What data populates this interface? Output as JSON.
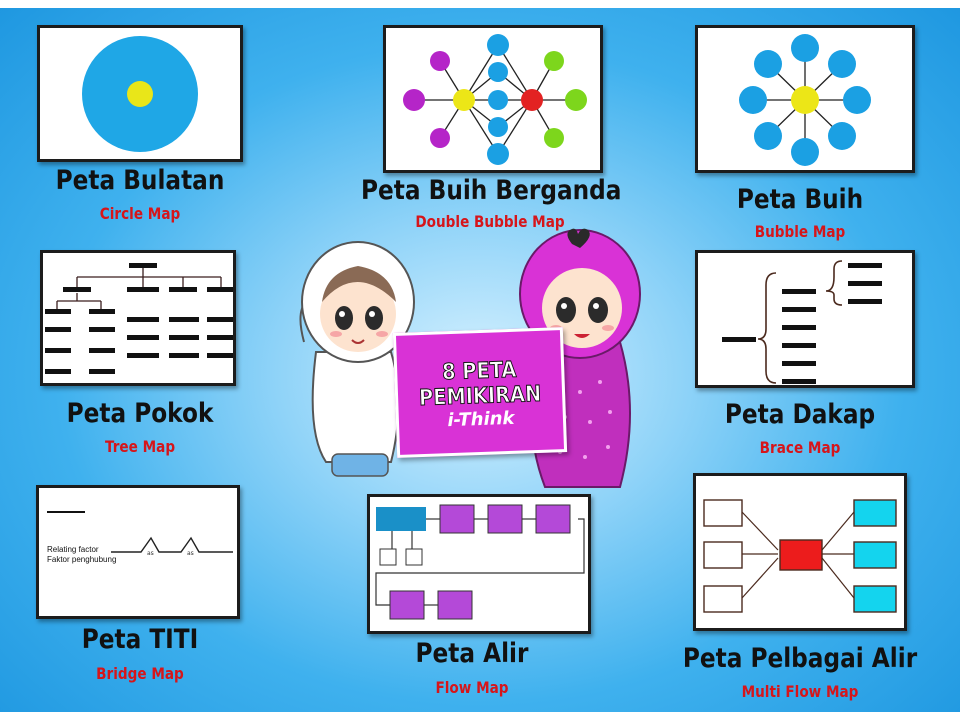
{
  "sign": {
    "line1": "8 PETA",
    "line2": "PEMIKIRAN",
    "line3": "i-Think"
  },
  "maps": [
    {
      "title": "Peta Bulatan",
      "subtitle": "Circle Map"
    },
    {
      "title": "Peta Buih Berganda",
      "subtitle": "Double Bubble Map"
    },
    {
      "title": "Peta Buih",
      "subtitle": "Bubble Map"
    },
    {
      "title": "Peta Pokok",
      "subtitle": "Tree Map"
    },
    {
      "title": "Peta Dakap",
      "subtitle": "Brace Map"
    },
    {
      "title": "Peta TITI",
      "subtitle": "Bridge Map"
    },
    {
      "title": "Peta Alir",
      "subtitle": "Flow Map"
    },
    {
      "title": "Peta Pelbagai Alir",
      "subtitle": "Multi Flow Map"
    }
  ],
  "bridge_card": {
    "label_line1": "Relating factor",
    "label_line2": "Faktor penghubung",
    "hump_label": "as"
  },
  "colors": {
    "background": "#2aa6ec",
    "circle_outer": "#1fa7e6",
    "circle_inner": "#e9e619",
    "bubble_blue": "#1ba0e3",
    "bubble_yellow": "#ece617",
    "bubble_red": "#e32222",
    "bubble_purple": "#b525c8",
    "bubble_green": "#7dd61c",
    "flow_purple": "#b449d8",
    "flow_blue": "#1a90c8",
    "multiflow_red": "#ec1c1c",
    "multiflow_cyan": "#14d4ee",
    "sign_magenta": "#d932d6",
    "subtitle_red": "#d6151a"
  }
}
